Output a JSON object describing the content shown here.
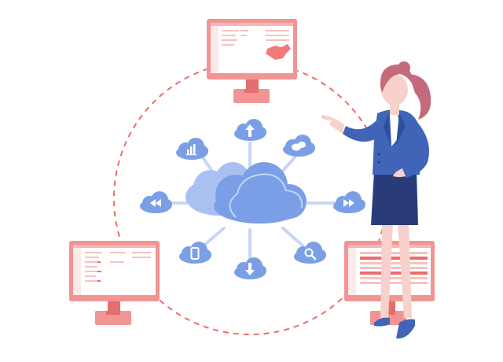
{
  "colors": {
    "cloud_main": "#7b9fe6",
    "cloud_light": "#a9c0f0",
    "connector": "#c9d6f3",
    "monitor": "#f29494",
    "monitor_dark": "#e46d6d",
    "dashed_circle": "#ee6b6b",
    "jacket": "#3f64b8",
    "skirt": "#2a3b7a",
    "hair": "#c56a7a",
    "skin": "#f7d1cb"
  },
  "satellite_icons": [
    "upload-icon",
    "chat-bubble-icon",
    "fast-forward-icon",
    "search-icon",
    "download-icon",
    "mobile-device-icon",
    "rewind-icon",
    "bar-chart-icon"
  ],
  "monitors": [
    {
      "name": "top",
      "screen": "dashboard-with-map"
    },
    {
      "name": "left",
      "screen": "dashboard-list"
    },
    {
      "name": "right",
      "screen": "data-table"
    }
  ]
}
